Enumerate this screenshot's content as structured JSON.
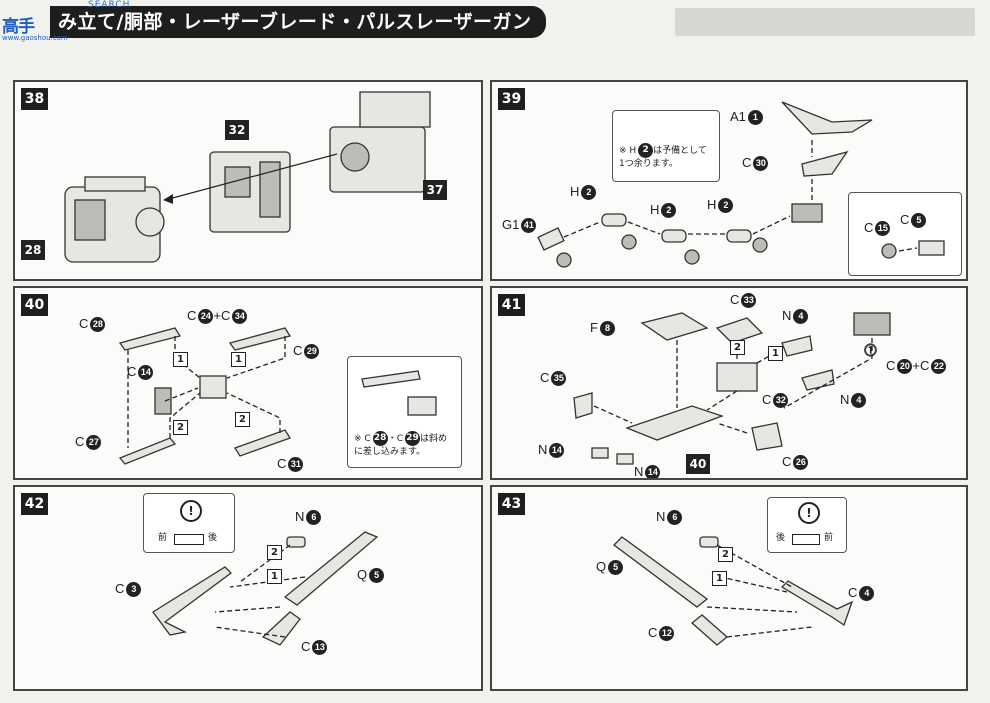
{
  "header": {
    "title": "み立て/胴部・レーザーブレード・パルスレーザーガン",
    "logo_cn": "高手",
    "logo_site": "www.gaoshou.com",
    "logo_tag": "SEARCH"
  },
  "steps": {
    "s38": {
      "number": "38",
      "callouts": [
        "32",
        "37",
        "28"
      ]
    },
    "s39": {
      "number": "39",
      "labels": {
        "a1": "A1",
        "c30": "C",
        "h2a": "H",
        "h2b": "H",
        "h2c": "H",
        "g141": "G1",
        "c15": "C",
        "c5": "C"
      },
      "nums": {
        "a1": "1",
        "c30": "30",
        "h2a": "2",
        "h2b": "2",
        "h2c": "2",
        "g141": "41",
        "c15": "15",
        "c5": "5",
        "note_h": "2"
      },
      "note_line1_pre": "※ H",
      "note_line1_post": "は予備として",
      "note_line2": "1つ余ります。"
    },
    "s40": {
      "number": "40",
      "labels": {
        "c28": "C",
        "c24": "C",
        "c34": "+C",
        "c29": "C",
        "c14": "C",
        "c27": "C",
        "c31": "C"
      },
      "nums": {
        "c28": "28",
        "c24": "24",
        "c34": "34",
        "c29": "29",
        "c14": "14",
        "c27": "27",
        "c31": "31"
      },
      "boxes": [
        "1",
        "1",
        "2",
        "2"
      ],
      "note_line1_pre": "※ C",
      "note_n1": "28",
      "note_mid": "・C",
      "note_n2": "29",
      "note_line1_post": "は斜め",
      "note_line2": "に差し込みます。"
    },
    "s41": {
      "number": "41",
      "labels": {
        "f8": "F",
        "c33": "C",
        "n4a": "N",
        "c35": "C",
        "c32": "C",
        "n4b": "N",
        "c20": "C",
        "c22": "+C",
        "n14a": "N",
        "n14b": "N",
        "c26": "C"
      },
      "nums": {
        "f8": "8",
        "c33": "33",
        "n4a": "4",
        "c35": "35",
        "c32": "32",
        "n4b": "4",
        "c20": "20",
        "c22": "22",
        "n14a": "14",
        "n14b": "14",
        "c26": "26"
      },
      "boxes": [
        "2",
        "1"
      ],
      "ref": "40"
    },
    "s42": {
      "number": "42",
      "labels": {
        "n6": "N",
        "q5": "Q",
        "c3": "C",
        "c13": "C"
      },
      "nums": {
        "n6": "6",
        "q5": "5",
        "c3": "3",
        "c13": "13"
      },
      "boxes": [
        "2",
        "1"
      ],
      "note_front": "前",
      "note_back": "後"
    },
    "s43": {
      "number": "43",
      "labels": {
        "n6": "N",
        "q5": "Q",
        "c4": "C",
        "c12": "C"
      },
      "nums": {
        "n6": "6",
        "q5": "5",
        "c4": "4",
        "c12": "12"
      },
      "boxes": [
        "2",
        "1"
      ],
      "note_front": "前",
      "note_back": "後"
    }
  }
}
